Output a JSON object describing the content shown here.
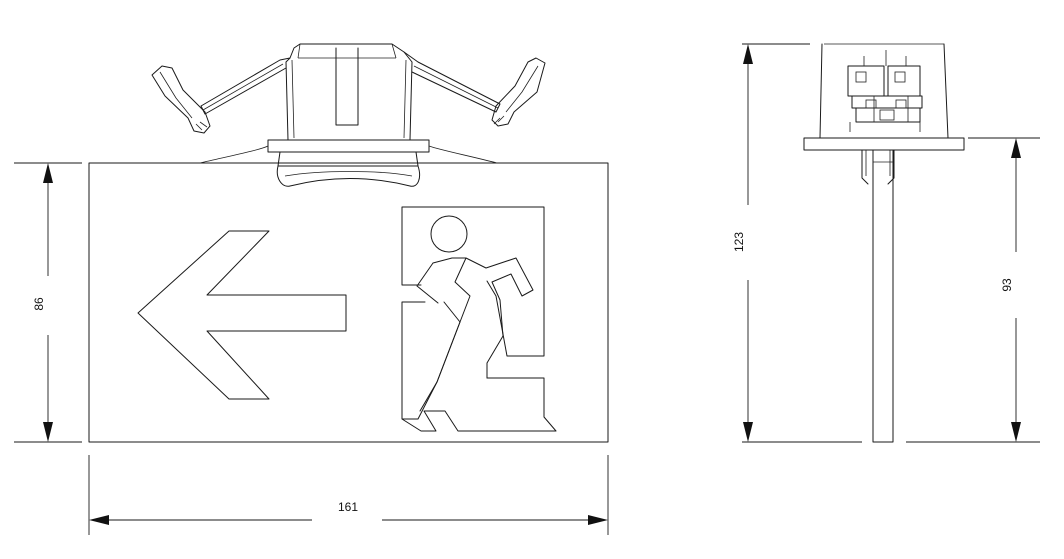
{
  "dimensions": {
    "front_width": "161",
    "front_height": "86",
    "side_total_height": "123",
    "side_sign_height": "93"
  }
}
